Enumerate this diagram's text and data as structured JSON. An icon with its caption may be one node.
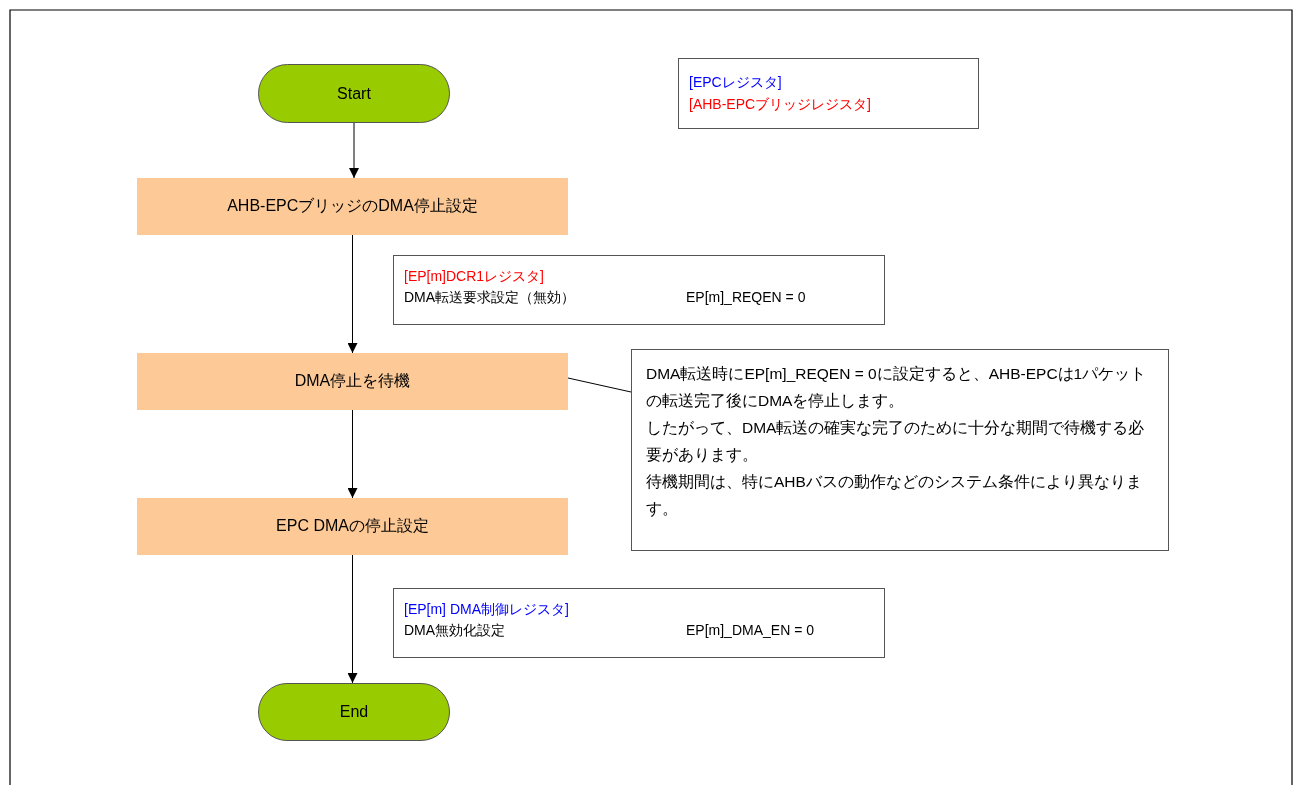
{
  "diagram": {
    "nodes": [
      {
        "text": [
          "Start"
        ]
      },
      {
        "text": [
          "AHB-EPCブリッジのDMA停止設定"
        ]
      },
      {
        "text": [
          "DMA停止を待機"
        ]
      },
      {
        "text": [
          "EPC DMAの停止設定"
        ]
      },
      {
        "text": [
          "End"
        ]
      },
      {
        "text": [
          "DMA転送時にEP[m]_REQEN = 0に設定すると、AHB-EPCは1パケットの転送完了後にDMAを停止します。",
          "したがって、DMA転送の確実な完了のために十分な期間で待機する必要があります。",
          "待機期間は、特にAHBバスの動作などのシステム条件により異なります。"
        ]
      },
      {
        "text": [
          "[EP[m]DCR1レジスタ]",
          "DMA転送要求設定（無効）",
          "EP[m]_REQEN = 0"
        ]
      },
      {
        "text": [
          "[EP[m] DMA制御レジスタ]",
          "DMA無効化設定",
          "EP[m]_DMA_EN = 0"
        ]
      }
    ],
    "edges": [
      {
        "from": 0,
        "to": 1,
        "arrow": "to"
      },
      {
        "from": 1,
        "to": 2,
        "arrow": "to"
      },
      {
        "from": 2,
        "to": 3,
        "arrow": "to"
      },
      {
        "from": 3,
        "to": 4,
        "arrow": "to"
      },
      {
        "from": 2,
        "to": 5,
        "arrow": "none"
      }
    ],
    "legend": [
      {
        "text": "[EPCレジスタ]",
        "color": "#0000ff"
      },
      {
        "text": "[AHB-EPCブリッジレジスタ]",
        "color": "#ff0000"
      }
    ]
  }
}
